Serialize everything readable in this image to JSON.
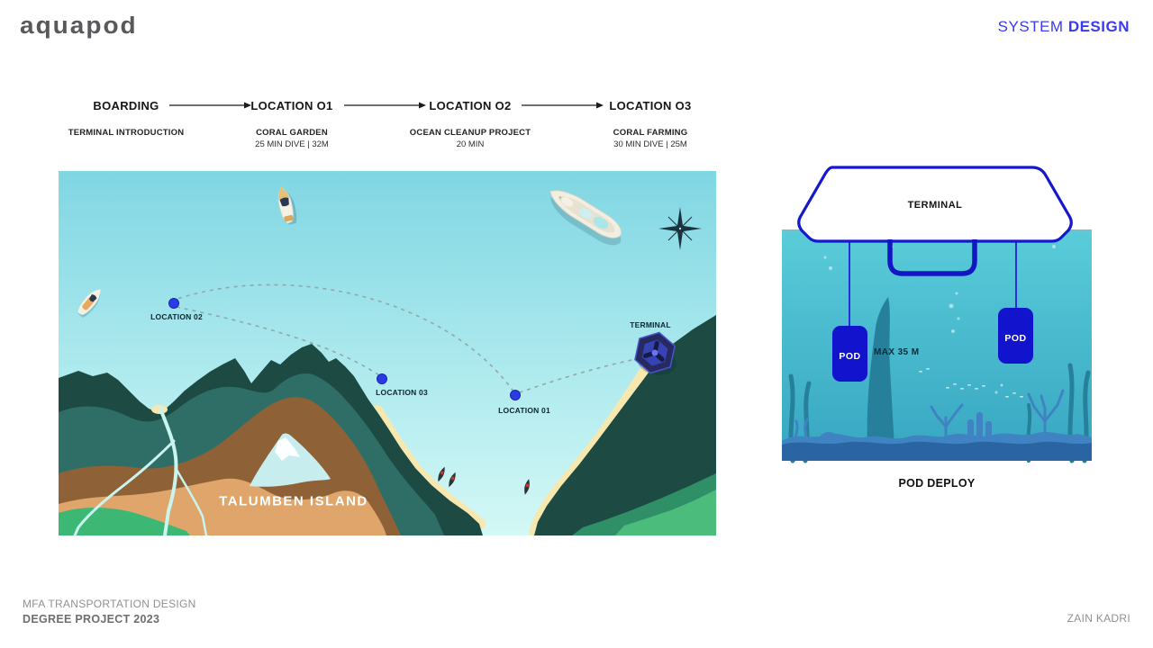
{
  "header": {
    "logo": "aquapod",
    "title": {
      "regular": "SYSTEM",
      "bold": "DESIGN"
    }
  },
  "itinerary": {
    "steps": [
      {
        "label": "BOARDING",
        "line1": "TERMINAL INTRODUCTION",
        "line2": ""
      },
      {
        "label": "LOCATION O1",
        "line1": "CORAL GARDEN",
        "line2": "25 MIN DIVE | 32M"
      },
      {
        "label": "LOCATION O2",
        "line1": "OCEAN CLEANUP PROJECT",
        "line2": "20 MIN"
      },
      {
        "label": "LOCATION O3",
        "line1": "CORAL FARMING",
        "line2": "30 MIN DIVE | 25M"
      }
    ]
  },
  "map": {
    "island_name": "TALUMBEN ISLAND",
    "labels": {
      "location01": "LOCATION 01",
      "location02": "LOCATION 02",
      "location03": "LOCATION 03",
      "terminal": "TERMINAL"
    }
  },
  "pod_deploy": {
    "terminal_label": "TERMINAL",
    "pod_label": "POD",
    "max_depth_label": "MAX 35 M",
    "caption": "POD DEPLOY"
  },
  "footer": {
    "program": "MFA TRANSPORTATION DESIGN",
    "project": "DEGREE PROJECT 2023",
    "author": "ZAIN KADRI"
  },
  "colors": {
    "accent_blue": "#3a3af2",
    "pod_blue": "#1113cd",
    "terminal_outline": "#1518cf",
    "logo_gray": "#58595c",
    "map_label": "#0e2630"
  }
}
